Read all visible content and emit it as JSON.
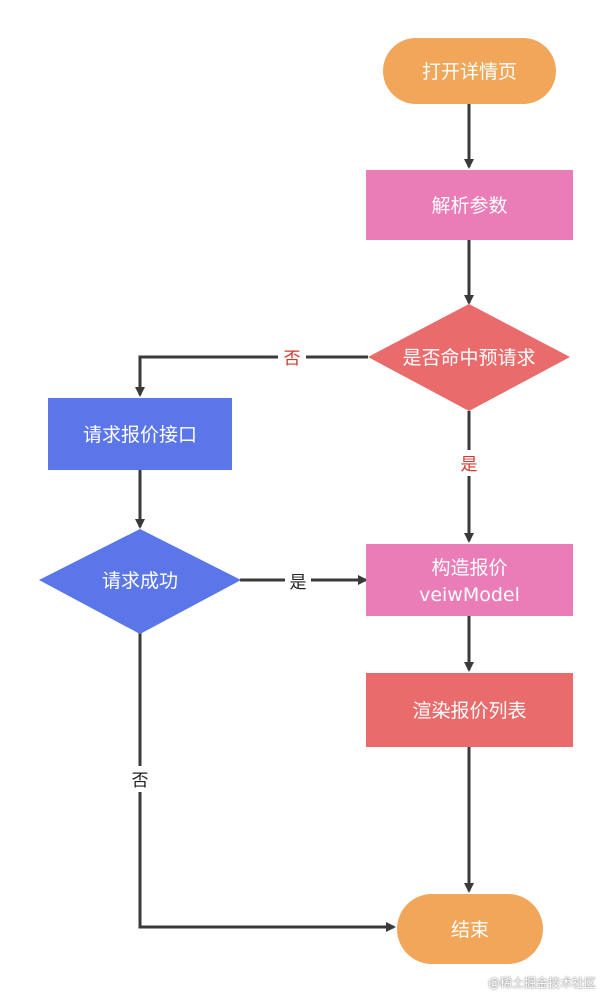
{
  "colors": {
    "terminal": "#f2a65a",
    "pink": "#ea7cb8",
    "red": "#ea6b6b",
    "blue": "#5a76e8",
    "line": "#3a3a3a",
    "no_label": "#d0392b",
    "yes_label": "#d0392b",
    "text": "#ffffff"
  },
  "nodes": {
    "open_detail": "打开详情页",
    "parse_params": "解析参数",
    "hit_prefetch": "是否命中预请求",
    "request_api": "请求报价接口",
    "request_success": "请求成功",
    "build_vm_line1": "构造报价",
    "build_vm_line2": "veiwModel",
    "render_list": "渲染报价列表",
    "end": "结束"
  },
  "edges": {
    "prefetch_no": "否",
    "prefetch_yes": "是",
    "success_yes": "是",
    "success_no": "否"
  },
  "watermark": "@稀土掘金技术社区"
}
